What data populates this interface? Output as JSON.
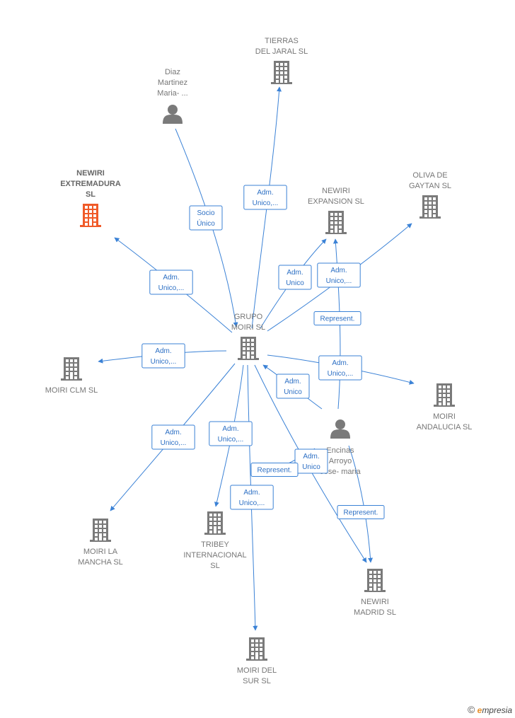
{
  "colors": {
    "edge": "#3b82d6",
    "company": "#7a7a7a",
    "company_highlight": "#f05a28",
    "person": "#7a7a7a"
  },
  "nodes": [
    {
      "id": "grupo",
      "type": "company",
      "icon": "building-icon",
      "lines": [
        "GRUPO",
        "MOIRI SL"
      ]
    },
    {
      "id": "tierras",
      "type": "company",
      "icon": "building-icon",
      "lines": [
        "TIERRAS",
        "DEL JARAL SL"
      ]
    },
    {
      "id": "diaz",
      "type": "person",
      "icon": "person-icon",
      "lines": [
        "Diaz",
        "Martinez",
        "Maria- ..."
      ]
    },
    {
      "id": "extremadura",
      "type": "company",
      "icon": "building-icon",
      "highlight": true,
      "lines": [
        "NEWIRI",
        "EXTREMADURA",
        "SL"
      ]
    },
    {
      "id": "expansion",
      "type": "company",
      "icon": "building-icon",
      "lines": [
        "NEWIRI",
        "EXPANSION SL"
      ]
    },
    {
      "id": "oliva",
      "type": "company",
      "icon": "building-icon",
      "lines": [
        "OLIVA DE",
        "GAYTAN SL"
      ]
    },
    {
      "id": "clm",
      "type": "company",
      "icon": "building-icon",
      "lines": [
        "MOIRI CLM SL"
      ]
    },
    {
      "id": "andalucia",
      "type": "company",
      "icon": "building-icon",
      "lines": [
        "MOIRI",
        "ANDALUCIA SL"
      ]
    },
    {
      "id": "encinas",
      "type": "person",
      "icon": "person-icon",
      "lines": [
        "Encinas",
        "Arroyo",
        "Jose- maria"
      ]
    },
    {
      "id": "mancha",
      "type": "company",
      "icon": "building-icon",
      "lines": [
        "MOIRI LA",
        "MANCHA SL"
      ]
    },
    {
      "id": "tribey",
      "type": "company",
      "icon": "building-icon",
      "lines": [
        "TRIBEY",
        "INTERNACIONAL",
        "SL"
      ]
    },
    {
      "id": "madrid",
      "type": "company",
      "icon": "building-icon",
      "lines": [
        "NEWIRI",
        "MADRID SL"
      ]
    },
    {
      "id": "sur",
      "type": "company",
      "icon": "building-icon",
      "lines": [
        "MOIRI DEL",
        "SUR SL"
      ]
    }
  ],
  "edges": [
    {
      "from": "grupo",
      "to": "tierras",
      "label": [
        "Adm.",
        "Unico,..."
      ]
    },
    {
      "from": "diaz",
      "to": "grupo",
      "label": [
        "Socio",
        "Único"
      ]
    },
    {
      "from": "grupo",
      "to": "extremadura",
      "label": [
        "Adm.",
        "Unico,..."
      ]
    },
    {
      "from": "grupo",
      "to": "expansion",
      "label": [
        "Adm.",
        "Unico"
      ]
    },
    {
      "from": "grupo",
      "to": "oliva",
      "label": [
        "Adm.",
        "Unico,..."
      ]
    },
    {
      "from": "encinas",
      "to": "expansion",
      "label": [
        "Represent."
      ]
    },
    {
      "from": "grupo",
      "to": "clm",
      "label": [
        "Adm.",
        "Unico,..."
      ]
    },
    {
      "from": "grupo",
      "to": "andalucia",
      "label": [
        "Adm.",
        "Unico,..."
      ]
    },
    {
      "from": "encinas",
      "to": "grupo",
      "label": [
        "Adm.",
        "Unico"
      ]
    },
    {
      "from": "grupo",
      "to": "mancha",
      "label": [
        "Adm.",
        "Unico,..."
      ]
    },
    {
      "from": "grupo",
      "to": "tribey",
      "label": [
        "Adm.",
        "Unico,..."
      ]
    },
    {
      "from": "grupo",
      "to": "sur",
      "label": [
        "Adm.",
        "Unico,..."
      ]
    },
    {
      "from": "grupo",
      "to": "madrid",
      "label": [
        "Adm.",
        "Unico"
      ]
    },
    {
      "from": "encinas",
      "to": "sur",
      "label": [
        "Represent."
      ]
    },
    {
      "from": "encinas",
      "to": "madrid",
      "label": [
        "Represent."
      ]
    }
  ],
  "footer": {
    "copyright": "©",
    "brand_initial": "e",
    "brand_rest": "mpresia"
  }
}
